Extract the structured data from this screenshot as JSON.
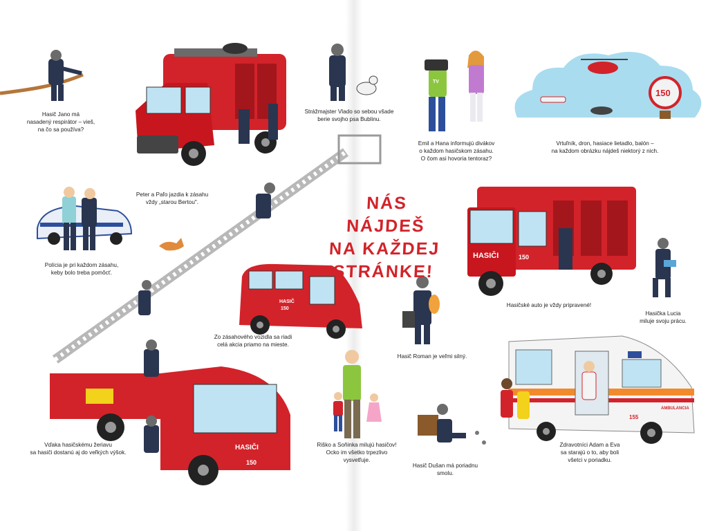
{
  "headline": "NÁS NÁJDEŠ\nNA KAŽDEJ\nSTRÁNKE!",
  "captions": {
    "jano": "Hasič Jano má\nnasadený respirátor – vieš,\nna čo sa používa?",
    "vlado": "Strážmajster Vlado so sebou všade\nberie svojho psa Bublinu.",
    "emil_hana": "Emil a Hana informujú divákov\no každom hasičskom zásahu.\nO čom asi hovoria tentoraz?",
    "aircraft": "Vrtuľník, dron, hasiace lietadlo, balón –\nna každom obrázku nájdeš niektorý z nich.",
    "peter_palo": "Peter a Paľo jazdia k zásahu\nvždy „starou Bertou\".",
    "police": "Polícia je pri každom zásahu,\nkeby bolo treba pomôcť.",
    "command_car": "Zo zásahového vozidla sa riadi\ncelá akcia priamo na mieste.",
    "truck": "Hasičské auto je vždy pripravené!",
    "lucia": "Hasička Lucia\nmiluje svoju prácu.",
    "roman": "Hasič Roman je veľmi silný.",
    "crane": "Vďaka hasičskému žeriavu\nsa hasiči dostanú aj do veľkých výšok.",
    "risko": "Riško a Soňinka milujú hasičov!\nOcko im všetko trpezlivo\nvysvetľuje.",
    "dusan": "Hasič Dušan má poriadnu smolu.",
    "paramedics": "Zdravotníci Adam a Eva\nsa starajú o to, aby boli\nvšetci v poriadku."
  },
  "vehicle_text": {
    "hasici_truck": "HASIČI",
    "truck_number": "150",
    "balloon_number": "150",
    "car_label": "HASIČ",
    "car_number": "150",
    "crane_label": "HASIČI",
    "crane_number": "150",
    "ambulance_label": "AMBULANCIA",
    "ambulance_number": "155",
    "tv_mic": "TV"
  },
  "colors": {
    "fire_red": "#d2232a",
    "uniform_navy": "#2a3550",
    "sky_blue": "#a9dcef",
    "police_blue": "#2d4f9b"
  }
}
